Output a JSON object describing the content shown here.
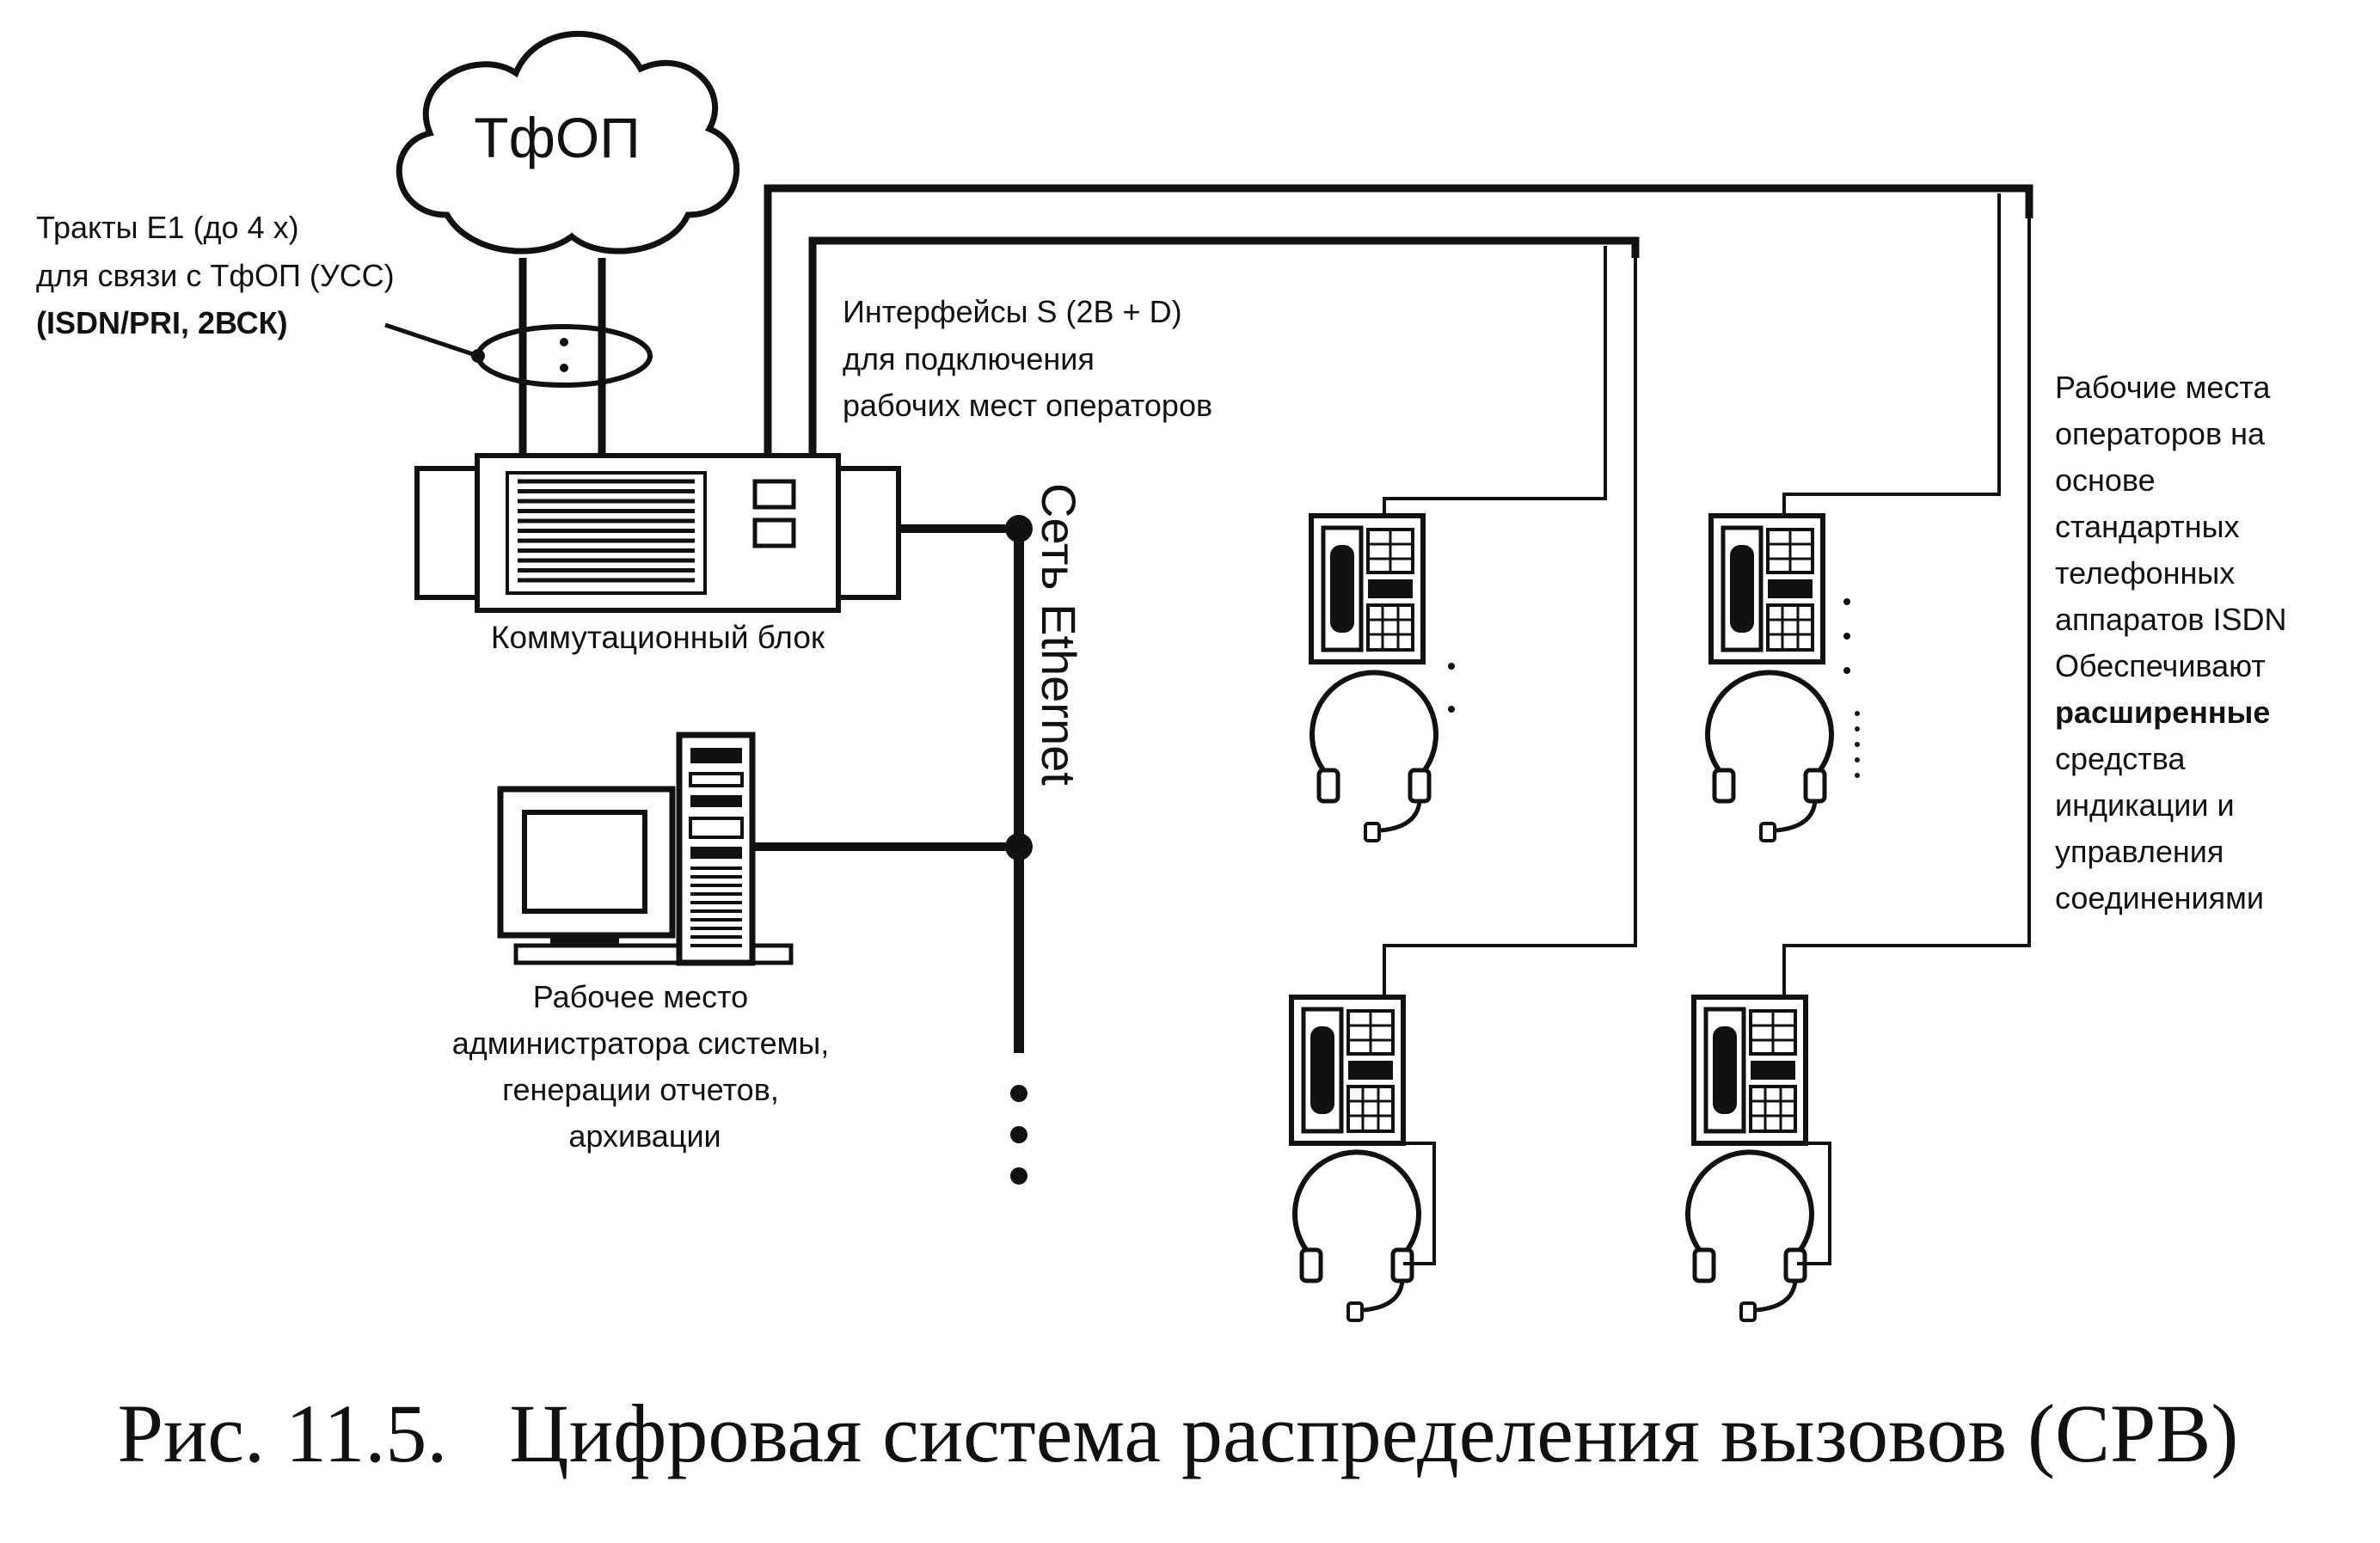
{
  "cloud": {
    "label": "ТфОП"
  },
  "e1_note": {
    "lines": [
      "Тракты E1 (до 4 x)",
      "для связи с ТфОП (УСС)",
      "(ISDN/PRI, 2ВСК)"
    ]
  },
  "s_interfaces_note": {
    "lines": [
      "Интерфейсы  S  (2B + D)",
      "для подключения",
      "рабочих мест операторов"
    ]
  },
  "switch_block": {
    "label": "Коммутационный блок"
  },
  "ethernet": {
    "label": "Сеть Ethernet"
  },
  "admin_ws": {
    "lines": [
      "Рабочее место",
      "администратора системы,",
      "генерации отчетов,",
      "архивации"
    ]
  },
  "operators_note": {
    "lines": [
      "Рабочие места",
      "операторов на",
      "основе",
      "стандартных",
      "телефонных",
      "аппаратов ISDN",
      "Обеспечивают",
      "расширенные",
      "средства",
      "индикации и",
      "управления",
      "соединениями"
    ],
    "bold_index": 7
  },
  "caption": "Рис. 11.5.   Цифровая система распределения вызовов (СРВ)"
}
